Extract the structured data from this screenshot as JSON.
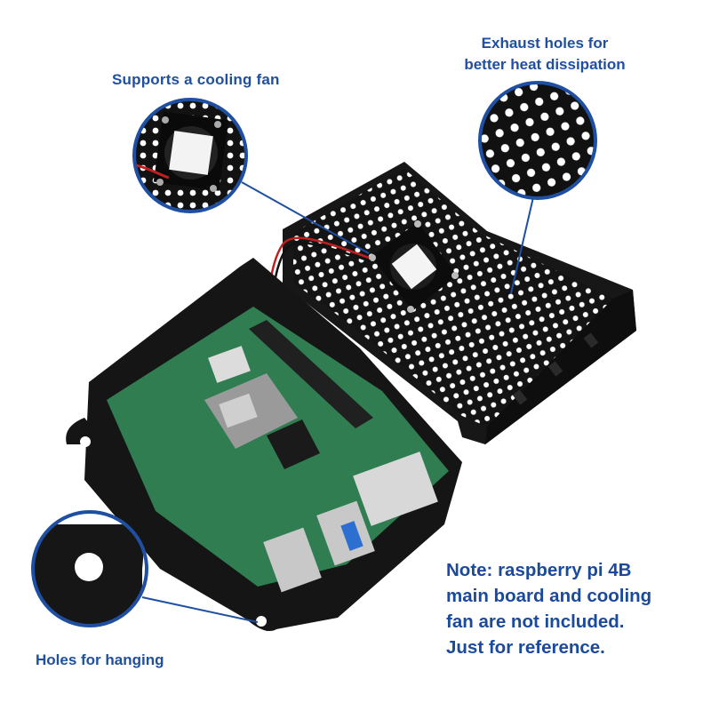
{
  "callouts": {
    "fan": "Supports a cooling fan",
    "exhaust_line1": "Exhaust holes for",
    "exhaust_line2": "better heat dissipation",
    "hanging": "Holes for hanging"
  },
  "note": {
    "line1": "Note: raspberry pi 4B",
    "line2": "main board and cooling",
    "line3": "fan are not included.",
    "line4": "Just for reference."
  },
  "colors": {
    "accent": "#1f4fa0",
    "case": "#151515",
    "board": "#2e7d4f",
    "background": "#ffffff"
  }
}
